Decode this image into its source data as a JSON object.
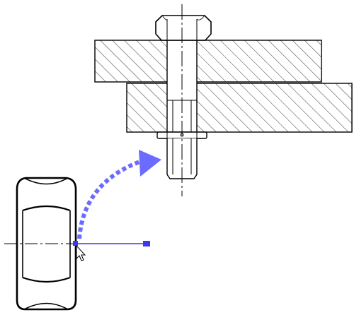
{
  "drawing": {
    "title": "",
    "background": "#ffffff",
    "line_color": "#000000",
    "hatch_color": "#222222",
    "accent_color": "#6b6bff",
    "inference_color": "#3a3af0"
  },
  "parts": {
    "plates": [
      {
        "name": "upper-plate",
        "hatch": "diagonal",
        "sectioned": true
      },
      {
        "name": "lower-plate",
        "hatch": "diagonal",
        "sectioned": true
      }
    ],
    "bolt": {
      "head": "hex",
      "centerline": true
    },
    "washer": {
      "present": true
    },
    "nut": {
      "shape": "hex",
      "view": "side",
      "state": "being-dragged"
    }
  },
  "interaction": {
    "motion_hint": "dotted-arc-arrow",
    "inference_line": "horizontal-axis",
    "cursor": "arrow-pointer",
    "snap_marker": "endpoint"
  }
}
